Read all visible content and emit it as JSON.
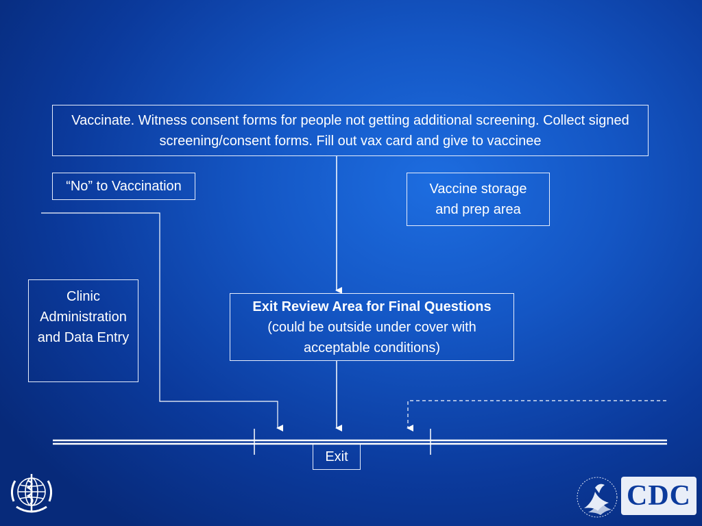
{
  "boxes": {
    "vaccinate": "Vaccinate.  Witness consent forms for people not getting additional screening.  Collect signed screening/consent forms.  Fill out vax card and give to vaccinee",
    "no_vaccination": "“No” to Vaccination",
    "vaccine_storage": "Vaccine storage and prep area",
    "clinic_admin": "Clinic Administration and Data Entry",
    "exit_review_title": "Exit Review Area for Final Questions",
    "exit_review_detail": "(could be outside under cover with acceptable conditions)",
    "exit": "Exit"
  },
  "logos": {
    "left": "who-emblem-icon",
    "right_text": "CDC"
  },
  "colors": {
    "background": "#1456c4",
    "lines": "#ffffff"
  }
}
